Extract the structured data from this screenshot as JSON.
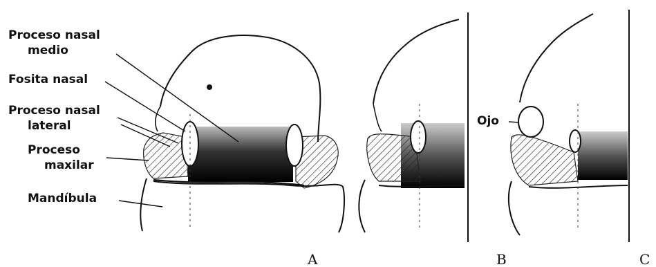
{
  "figure": {
    "labels": {
      "proceso_nasal_medio_1": "Proceso nasal",
      "proceso_nasal_medio_2": "medio",
      "fosita_nasal": "Fosita nasal",
      "proceso_nasal_lateral_1": "Proceso nasal",
      "proceso_nasal_lateral_2": "lateral",
      "proceso_maxilar_1": "Proceso",
      "proceso_maxilar_2": "maxilar",
      "mandibula": "Mandíbula",
      "ojo": "Ojo"
    },
    "panels": {
      "a": "A",
      "b": "B",
      "c": "C"
    }
  }
}
